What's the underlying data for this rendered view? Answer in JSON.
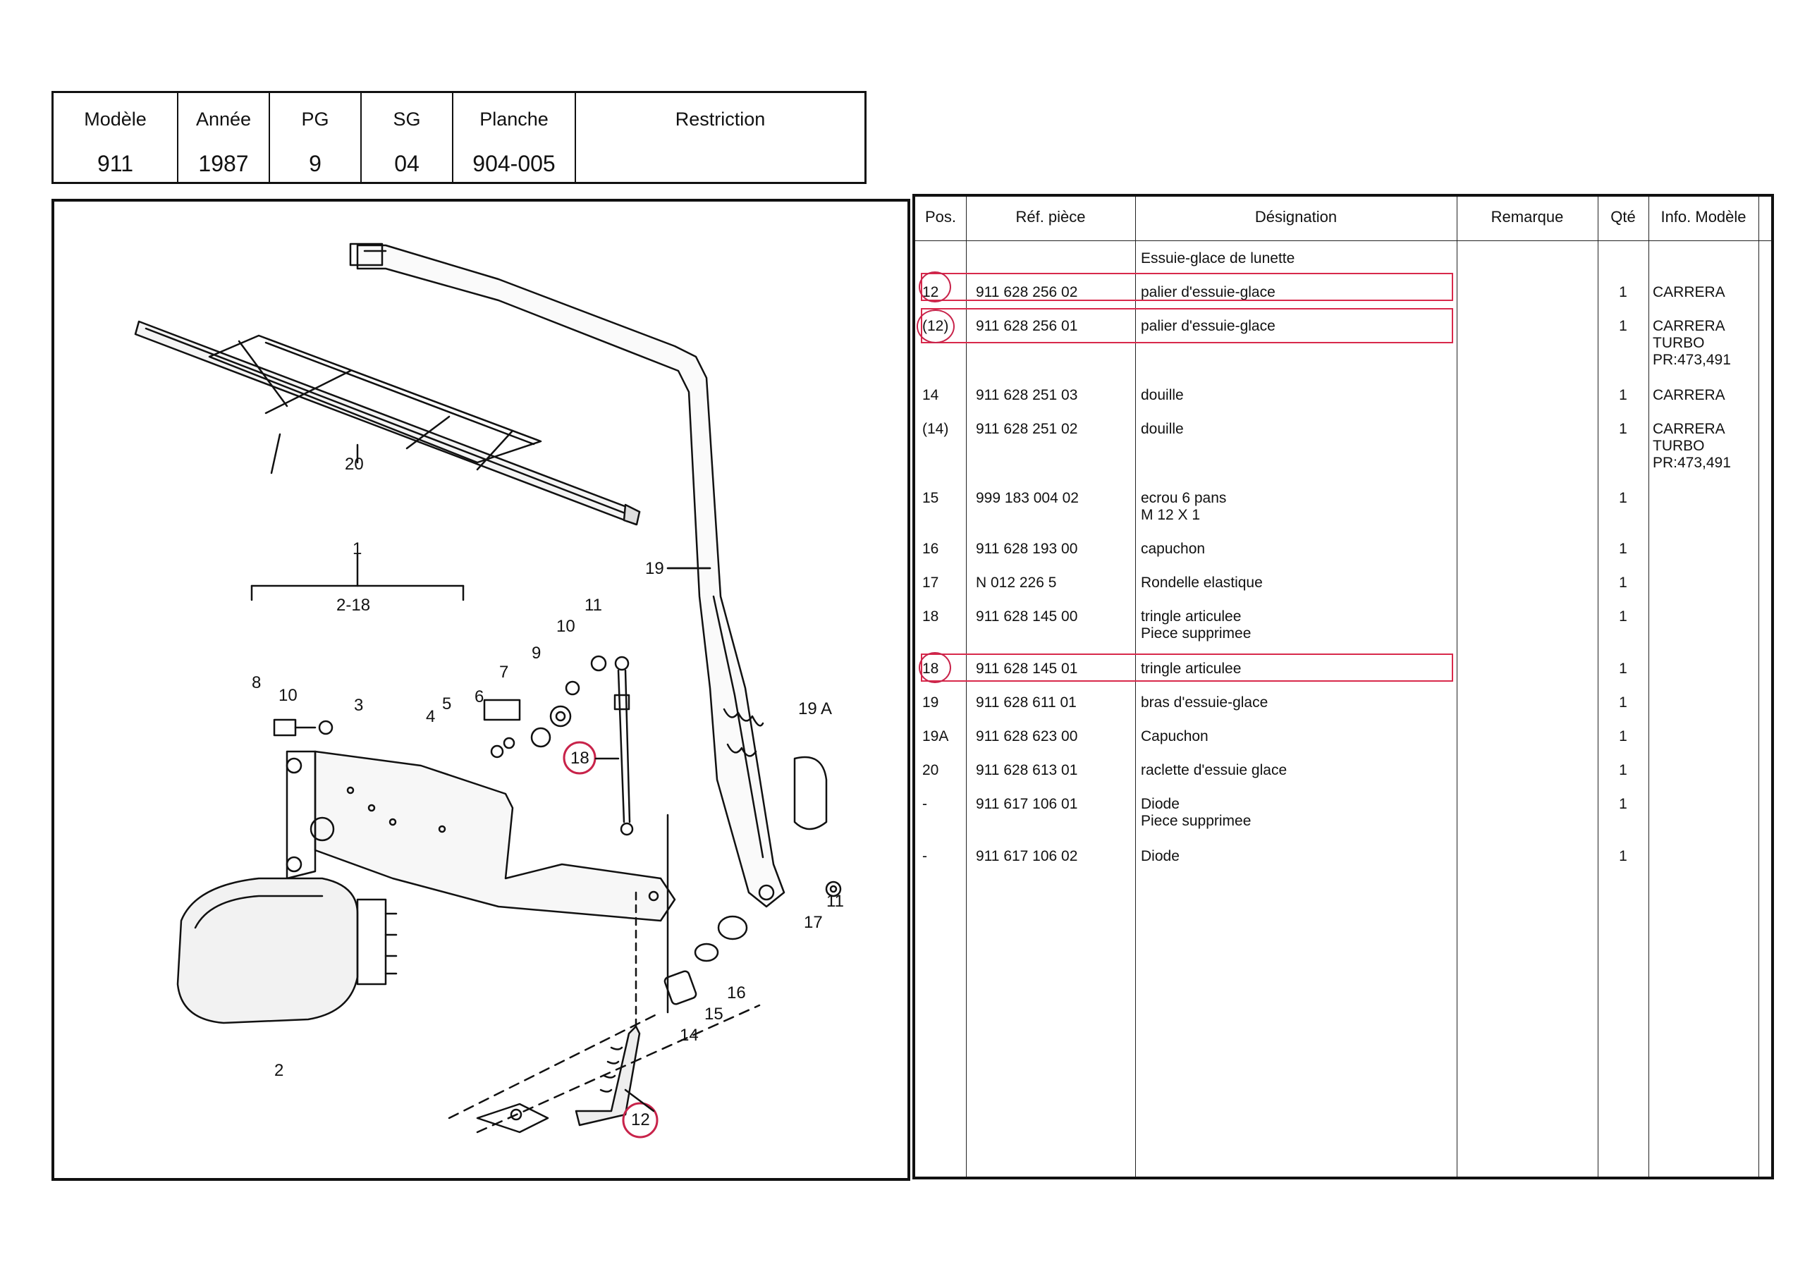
{
  "header": {
    "labels": {
      "modele": "Modèle",
      "annee": "Année",
      "pg": "PG",
      "sg": "SG",
      "planche": "Planche",
      "restriction": "Restriction"
    },
    "values": {
      "modele": "911",
      "annee": "1987",
      "pg": "9",
      "sg": "04",
      "planche": "904-005",
      "restriction": ""
    }
  },
  "drawing": {
    "labels": [
      "20",
      "1",
      "2-18",
      "19",
      "11",
      "10",
      "9",
      "7",
      "6",
      "5",
      "4",
      "3",
      "8",
      "10",
      "18",
      "19 A",
      "11",
      "17",
      "16",
      "15",
      "14",
      "2",
      "12"
    ]
  },
  "table": {
    "columns": {
      "pos": "Pos.",
      "ref": "Réf. pièce",
      "designation": "Désignation",
      "remarque": "Remarque",
      "qte": "Qté",
      "info": "Info. Modèle"
    },
    "section_title": "Essuie-glace de lunette",
    "rows": [
      {
        "pos": "12",
        "ref": "911 628 256 02",
        "designation": "palier d'essuie-glace",
        "qte": "1",
        "info": "CARRERA"
      },
      {
        "pos": "(12)",
        "ref": "911 628 256 01",
        "designation": "palier d'essuie-glace",
        "qte": "1",
        "info": "CARRERA\nTURBO\nPR:473,491"
      },
      {
        "pos": "14",
        "ref": "911 628 251 03",
        "designation": "douille",
        "qte": "1",
        "info": "CARRERA"
      },
      {
        "pos": "(14)",
        "ref": "911 628 251 02",
        "designation": "douille",
        "qte": "1",
        "info": "CARRERA\nTURBO\nPR:473,491"
      },
      {
        "pos": "15",
        "ref": "999 183 004 02",
        "designation": "ecrou 6 pans\nM 12 X 1",
        "qte": "1",
        "info": ""
      },
      {
        "pos": "16",
        "ref": "911 628 193 00",
        "designation": "capuchon",
        "qte": "1",
        "info": ""
      },
      {
        "pos": "17",
        "ref": "N   012 226 5",
        "designation": "Rondelle elastique",
        "qte": "1",
        "info": ""
      },
      {
        "pos": "18",
        "ref": "911 628 145 00",
        "designation": "tringle articulee\nPiece supprimee",
        "qte": "1",
        "info": ""
      },
      {
        "pos": "18",
        "ref": "911 628 145 01",
        "designation": "tringle articulee",
        "qte": "1",
        "info": ""
      },
      {
        "pos": "19",
        "ref": "911 628 611 01",
        "designation": "bras d'essuie-glace",
        "qte": "1",
        "info": ""
      },
      {
        "pos": "19A",
        "ref": "911 628 623 00",
        "designation": "Capuchon",
        "qte": "1",
        "info": ""
      },
      {
        "pos": "20",
        "ref": "911 628 613 01",
        "designation": "raclette d'essuie glace",
        "qte": "1",
        "info": ""
      },
      {
        "pos": "-",
        "ref": "911 617 106 01",
        "designation": "Diode\nPiece supprimee",
        "qte": "1",
        "info": ""
      },
      {
        "pos": "-",
        "ref": "911 617 106 02",
        "designation": "Diode",
        "qte": "1",
        "info": ""
      }
    ]
  },
  "colors": {
    "highlight": "#d8294b",
    "ink": "#111111"
  }
}
